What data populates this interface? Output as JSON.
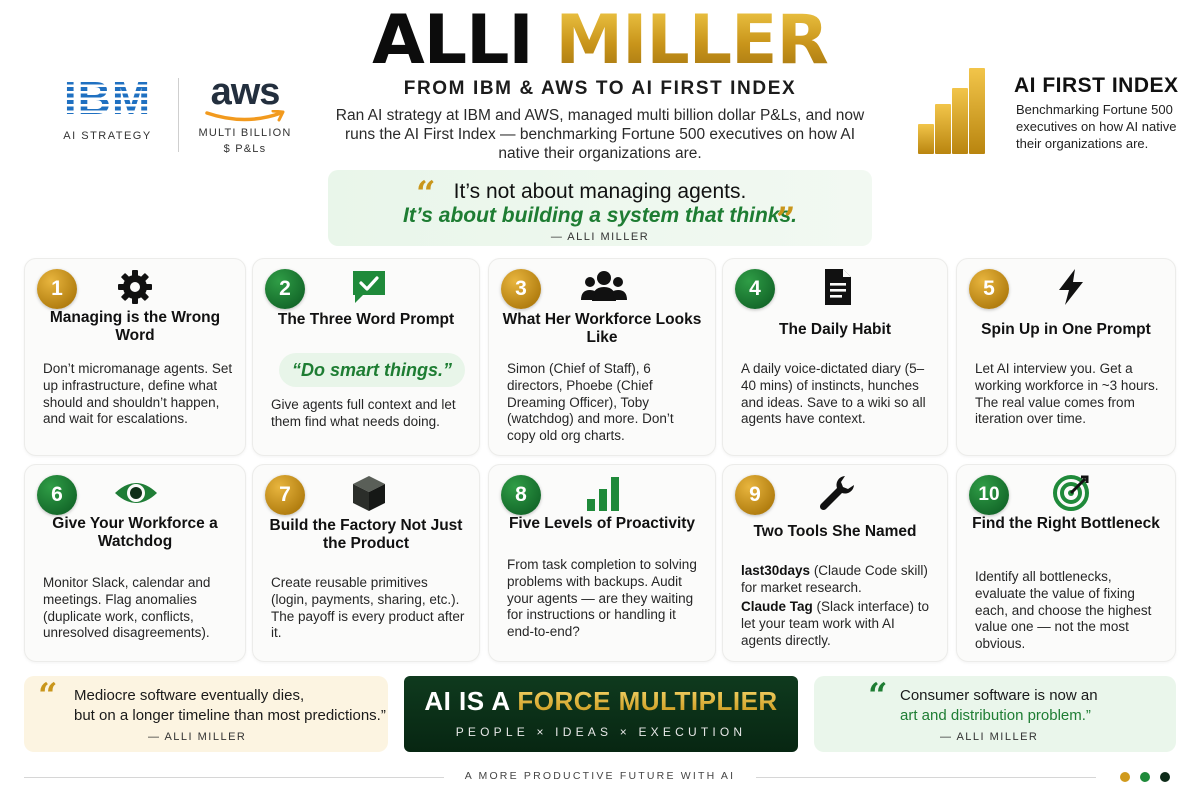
{
  "header": {
    "title_black": "ALLI",
    "title_gold": "MILLER",
    "subtitle": "FROM IBM & AWS TO AI FIRST INDEX",
    "intro": "Ran AI strategy at IBM and AWS, managed multi billion dollar P&Ls, and now runs the AI First Index — benchmarking Fortune 500 executives on how AI native their organizations are."
  },
  "logos": {
    "ibm": "IBM",
    "ibm_caption": "AI STRATEGY",
    "aws": "aws",
    "aws_caption_1": "MULTI BILLION",
    "aws_caption_2": "$ P&Ls"
  },
  "index": {
    "title": "AI FIRST INDEX",
    "text": "Benchmarking Fortune 500 executives on how AI native their organizations are."
  },
  "quote_main": {
    "open_mark": "“",
    "close_mark": "”",
    "line1": "It’s not about managing agents.",
    "line2": "It’s about building a system that thinks.",
    "attribution": "— ALLI MILLER"
  },
  "cards": [
    {
      "num": "1",
      "icon": "gear-icon",
      "title": "Managing is the Wrong Word",
      "text": "Don’t micromanage agents. Set up infrastructure, define what should and shouldn’t happen, and wait for escalations."
    },
    {
      "num": "2",
      "icon": "chat-bubble-check-icon",
      "title": "The Three Word Prompt",
      "pill": "“Do smart things.”",
      "text": "Give agents full context and let them find what needs doing."
    },
    {
      "num": "3",
      "icon": "people-group-icon",
      "title": "What Her Workforce Looks Like",
      "text": "Simon (Chief of Staff), 6 directors, Phoebe (Chief Dreaming Officer), Toby (watchdog) and more. Don’t copy old org charts."
    },
    {
      "num": "4",
      "icon": "document-icon",
      "title": "The Daily Habit",
      "text": "A daily voice-dictated diary (5–40 mins) of instincts, hunches and ideas. Save to a wiki so all agents have context."
    },
    {
      "num": "5",
      "icon": "lightning-bolt-icon",
      "title": "Spin Up in One Prompt",
      "text": "Let AI interview you. Get a working workforce in ~3 hours. The real value comes from iteration over time."
    },
    {
      "num": "6",
      "icon": "eye-icon",
      "title": "Give Your Workforce a Watchdog",
      "text": "Monitor Slack, calendar and meetings. Flag anomalies (duplicate work, conflicts, unresolved disagreements)."
    },
    {
      "num": "7",
      "icon": "cube-icon",
      "title": "Build the Factory Not Just the Product",
      "text": "Create reusable primitives (login, payments, sharing, etc.). The payoff is every product after it."
    },
    {
      "num": "8",
      "icon": "bar-chart-icon",
      "title": "Five Levels of Proactivity",
      "text": "From task completion to solving problems with backups. Audit your agents — are they waiting for instructions or handling it end-to-end?"
    },
    {
      "num": "9",
      "icon": "wrench-icon",
      "title": "Two Tools She Named",
      "tool1_name": "last30days",
      "tool1_desc": " (Claude Code skill) for market research.",
      "tool2_name": "Claude Tag",
      "tool2_desc": " (Slack interface) to let your team work with AI agents directly."
    },
    {
      "num": "10",
      "icon": "target-icon",
      "title": "Find the Right Bottleneck",
      "text": "Identify all bottlenecks, evaluate the value of fixing each, and choose the highest value one — not the most obvious."
    }
  ],
  "bottom": {
    "left_quote_1": "Mediocre software eventually dies,",
    "left_quote_2": "but on a longer timeline than most predictions.”",
    "left_attr": "— ALLI MILLER",
    "force_white_1": "AI IS A ",
    "force_gold": "FORCE MULTIPLIER",
    "force_sub": "PEOPLE × IDEAS × EXECUTION",
    "right_quote_1": "Consumer software is now an",
    "right_quote_2": "art and distribution problem.”",
    "right_attr": "— ALLI MILLER"
  },
  "footer": {
    "text": "A MORE PRODUCTIVE FUTURE WITH AI"
  },
  "colors": {
    "gold": "#c9961b",
    "green": "#1e7d33",
    "dark_green": "#0b3318",
    "ibm_blue": "#1f70c1"
  }
}
